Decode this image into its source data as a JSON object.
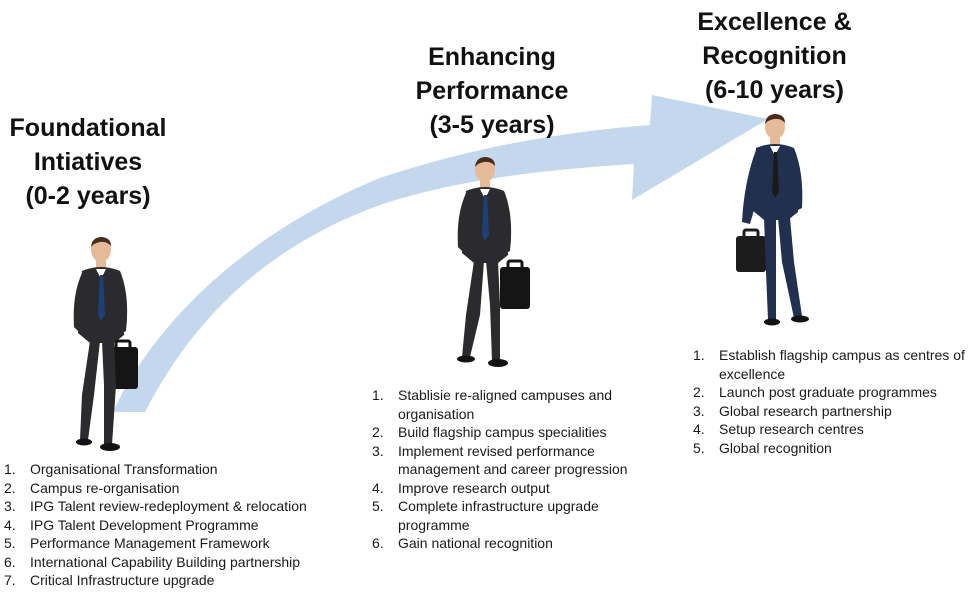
{
  "stages": [
    {
      "title_lines": [
        "Foundational",
        "Intiatives",
        "(0-2 years)"
      ],
      "items": [
        {
          "num": "1.",
          "text": "Organisational Transformation"
        },
        {
          "num": "2.",
          "text": "Campus re-organisation"
        },
        {
          "num": "3.",
          "text": "IPG Talent review-redeployment & relocation"
        },
        {
          "num": "4.",
          "text": "IPG Talent Development Programme"
        },
        {
          "num": "5.",
          "text": "Performance Management Framework"
        },
        {
          "num": "6.",
          "text": "International Capability Building partnership"
        },
        {
          "num": "7.",
          "text": "Critical Infrastructure upgrade"
        }
      ]
    },
    {
      "title_lines": [
        "Enhancing",
        "Performance",
        "(3-5 years)"
      ],
      "items": [
        {
          "num": "1.",
          "text": "Stablisie re-aligned campuses and organisation"
        },
        {
          "num": "2.",
          "text": "Build flagship campus specialities"
        },
        {
          "num": "3.",
          "text": "Implement revised performance management and career progression"
        },
        {
          "num": "4.",
          "text": "Improve research output"
        },
        {
          "num": "5.",
          "text": "Complete infrastructure upgrade programme"
        },
        {
          "num": "6.",
          "text": "Gain national recognition"
        }
      ]
    },
    {
      "title_lines": [
        "Excellence &",
        "Recognition",
        "(6-10 years)"
      ],
      "items": [
        {
          "num": "1.",
          "text": "Establish flagship campus as centres of excellence"
        },
        {
          "num": "2.",
          "text": "Launch post graduate programmes"
        },
        {
          "num": "3.",
          "text": "Global research partnership"
        },
        {
          "num": "4.",
          "text": "Setup research centres"
        },
        {
          "num": "5.",
          "text": "Global recognition"
        }
      ]
    }
  ],
  "colors": {
    "arrow": "#c3d8ec",
    "suit_dark": "#2b2b2e",
    "suit_navy": "#22304f",
    "tie_blue": "#1f3f7a",
    "skin": "#e6b998",
    "hair": "#4a2c1c"
  },
  "icons": {
    "arrow": "curved-arrow-icon",
    "figure": "businessman-icon"
  }
}
